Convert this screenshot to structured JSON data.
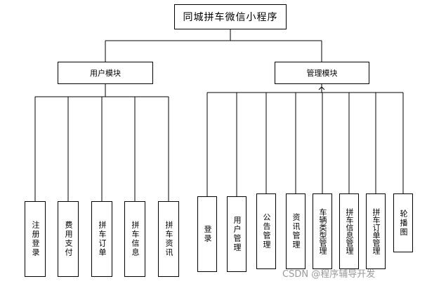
{
  "root": {
    "label": "同城拼车微信小程序"
  },
  "modules": [
    {
      "label": "用户模块",
      "children": [
        "注册登录",
        "费用支付",
        "拼车订单",
        "拼车信息",
        "拼车资讯"
      ]
    },
    {
      "label": "管理模块",
      "children": [
        "登录",
        "用户管理",
        "公告管理",
        "资讯管理",
        "车辆类型管理",
        "拼车信息管理",
        "拼车订单管理",
        "轮播图"
      ]
    }
  ],
  "colors": {
    "line": "#000000",
    "box_border": "#000000",
    "watermark": "#9a9a9a"
  },
  "watermark": "CSDN @程序辅导开发"
}
